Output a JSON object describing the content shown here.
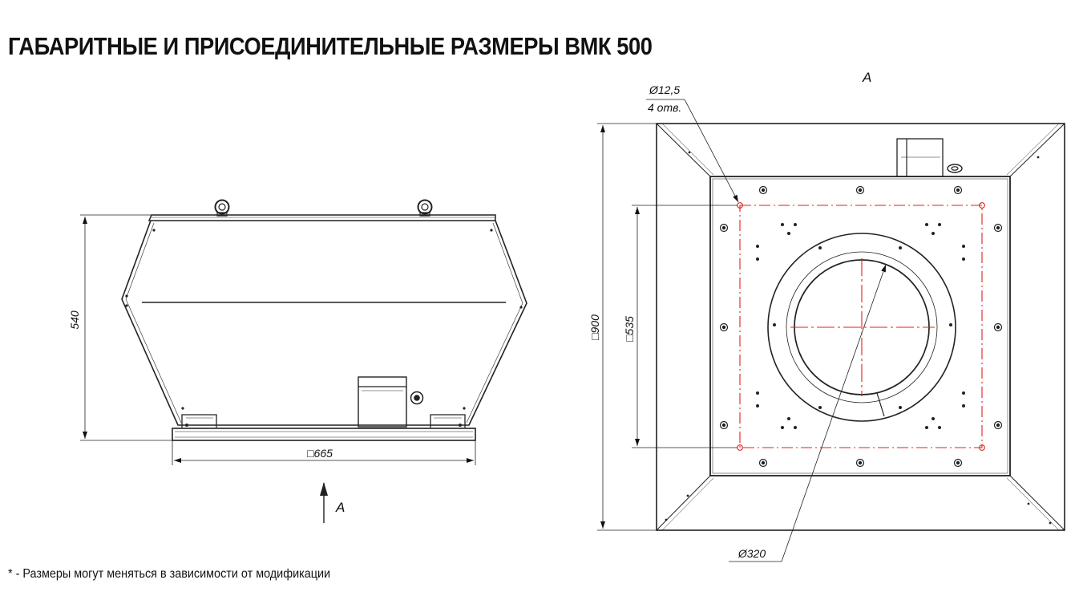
{
  "title": "ГАБАРИТНЫЕ И ПРИСОЕДИНИТЕЛЬНЫЕ РАЗМЕРЫ ВМК 500",
  "footnote": "* - Размеры могут меняться в зависимости от модификации",
  "side_view": {
    "height_dim": "540",
    "width_dim": "□665",
    "view_arrow_label": "A"
  },
  "bottom_view": {
    "view_label": "A",
    "hole_dim": "Ø12,5",
    "hole_count": "4 отв.",
    "outer_dim": "□900",
    "mount_dim": "□535",
    "opening_dim": "Ø320"
  },
  "colors": {
    "line": "#222222",
    "centerline": "#e0201a"
  }
}
